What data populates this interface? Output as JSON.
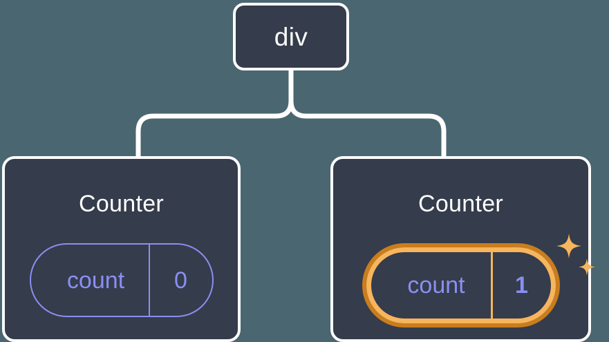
{
  "diagram": {
    "type": "component-tree",
    "background_color": "#4a6671",
    "node_fill_color": "#353c4b",
    "node_border_color": "#ffffff",
    "connector_color": "#ffffff",
    "accent_purple": "#8a8ff2",
    "highlight_outer_orange": "#c97d1d",
    "highlight_inner_orange": "#f7b55d",
    "root": {
      "label": "div"
    },
    "children": [
      {
        "title": "Counter",
        "state": {
          "key": "count",
          "value": "0"
        },
        "highlighted": "false"
      },
      {
        "title": "Counter",
        "state": {
          "key": "count",
          "value": "1"
        },
        "highlighted": "true",
        "sparkle_large": "sparkle-icon",
        "sparkle_small": "sparkle-icon"
      }
    ]
  }
}
